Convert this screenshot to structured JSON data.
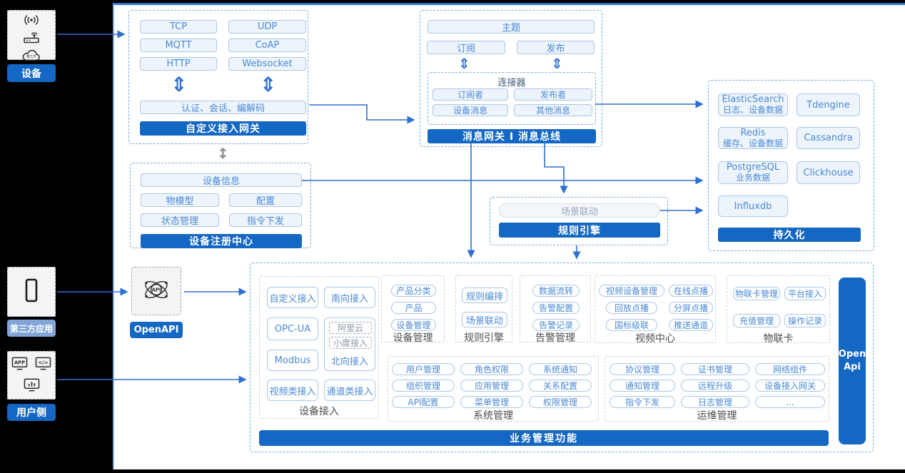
{
  "colors": {
    "primary_blue": "#1467c2",
    "arrow_blue": "#2e6fd2",
    "item_border": "#a9c7e8",
    "item_text": "#4a89d4",
    "third_party_label_bg": "#82a6d8"
  },
  "left_rail": {
    "device": {
      "label": "设备",
      "cloud_text": "第三方",
      "icons": [
        "signal-icon",
        "router-icon",
        "cloud-icon"
      ]
    },
    "third_party": {
      "label": "第三方应用",
      "icons": [
        "phone-icon"
      ]
    },
    "user_side": {
      "label": "用户侧",
      "icons": [
        "app-icon",
        "code-icon",
        "dashboard-icon"
      ]
    }
  },
  "gateway": {
    "title": "自定义接入网关",
    "protocols": [
      "TCP",
      "UDP",
      "MQTT",
      "CoAP",
      "HTTP",
      "Websocket"
    ],
    "session_layer": "认证、会话、编解码"
  },
  "message_bus": {
    "title": "消息网关 I 消息总线",
    "topic": "主题",
    "subscribe": "订阅",
    "publish": "发布",
    "connector_title": "连接器",
    "connector_items": [
      "订阅者",
      "发布者",
      "设备消息",
      "其他消息"
    ]
  },
  "persistence": {
    "title": "持久化",
    "stores": [
      {
        "name": "ElasticSearch",
        "desc": "日志、设备数据"
      },
      {
        "name": "Tdengine",
        "desc": ""
      },
      {
        "name": "Redis",
        "desc": "缓存、设备数据"
      },
      {
        "name": "Cassandra",
        "desc": ""
      },
      {
        "name": "PostgreSQL",
        "desc": "业务数据"
      },
      {
        "name": "Clickhouse",
        "desc": ""
      },
      {
        "name": "Influxdb",
        "desc": ""
      }
    ]
  },
  "registry": {
    "title": "设备注册中心",
    "wide_item": "设备信息",
    "items": [
      "物模型",
      "配置",
      "状态管理",
      "指令下发"
    ]
  },
  "rule_engine_box": {
    "title": "规则引擎",
    "item": "场景联动"
  },
  "openapi": {
    "label": "OpenAPI"
  },
  "business": {
    "footer": "业务管理功能",
    "open_api_bar": "Open Api",
    "device_access": {
      "label": "设备接入",
      "items": [
        "自定义接入",
        "南向接入",
        "OPC-UA",
        "Modbus",
        "视频类接入",
        "通道类接入"
      ],
      "north_group": {
        "label": "北向接入",
        "dashed_items": [
          "阿里云",
          "小度接入"
        ]
      }
    },
    "device_mgmt": {
      "label": "设备管理",
      "items": [
        "产品分类",
        "产品",
        "设备管理"
      ]
    },
    "rule_engine": {
      "label": "规则引擎",
      "items": [
        "规则编排",
        "场景联动"
      ]
    },
    "alarm_mgmt": {
      "label": "告警管理",
      "items": [
        "数据流转",
        "告警配置",
        "告警记录"
      ]
    },
    "video_center": {
      "label": "视频中心",
      "items": [
        "视频设备管理",
        "在线点播",
        "回放点播",
        "分屏点播",
        "国标级联",
        "推送通道"
      ]
    },
    "iot_card": {
      "label": "物联卡",
      "items": [
        "物联卡管理",
        "平台接入",
        "充值管理",
        "操作记录"
      ]
    },
    "system_mgmt": {
      "label": "系统管理",
      "items": [
        "用户管理",
        "角色权限",
        "系统通知",
        "组织管理",
        "应用管理",
        "关系配置",
        "API配置",
        "菜单管理",
        "权限管理"
      ]
    },
    "ops_mgmt": {
      "label": "运维管理",
      "items": [
        "协议管理",
        "证书管理",
        "网络组件",
        "通知管理",
        "远程升级",
        "设备接入网关",
        "指令下发",
        "日志管理",
        "..."
      ]
    }
  }
}
